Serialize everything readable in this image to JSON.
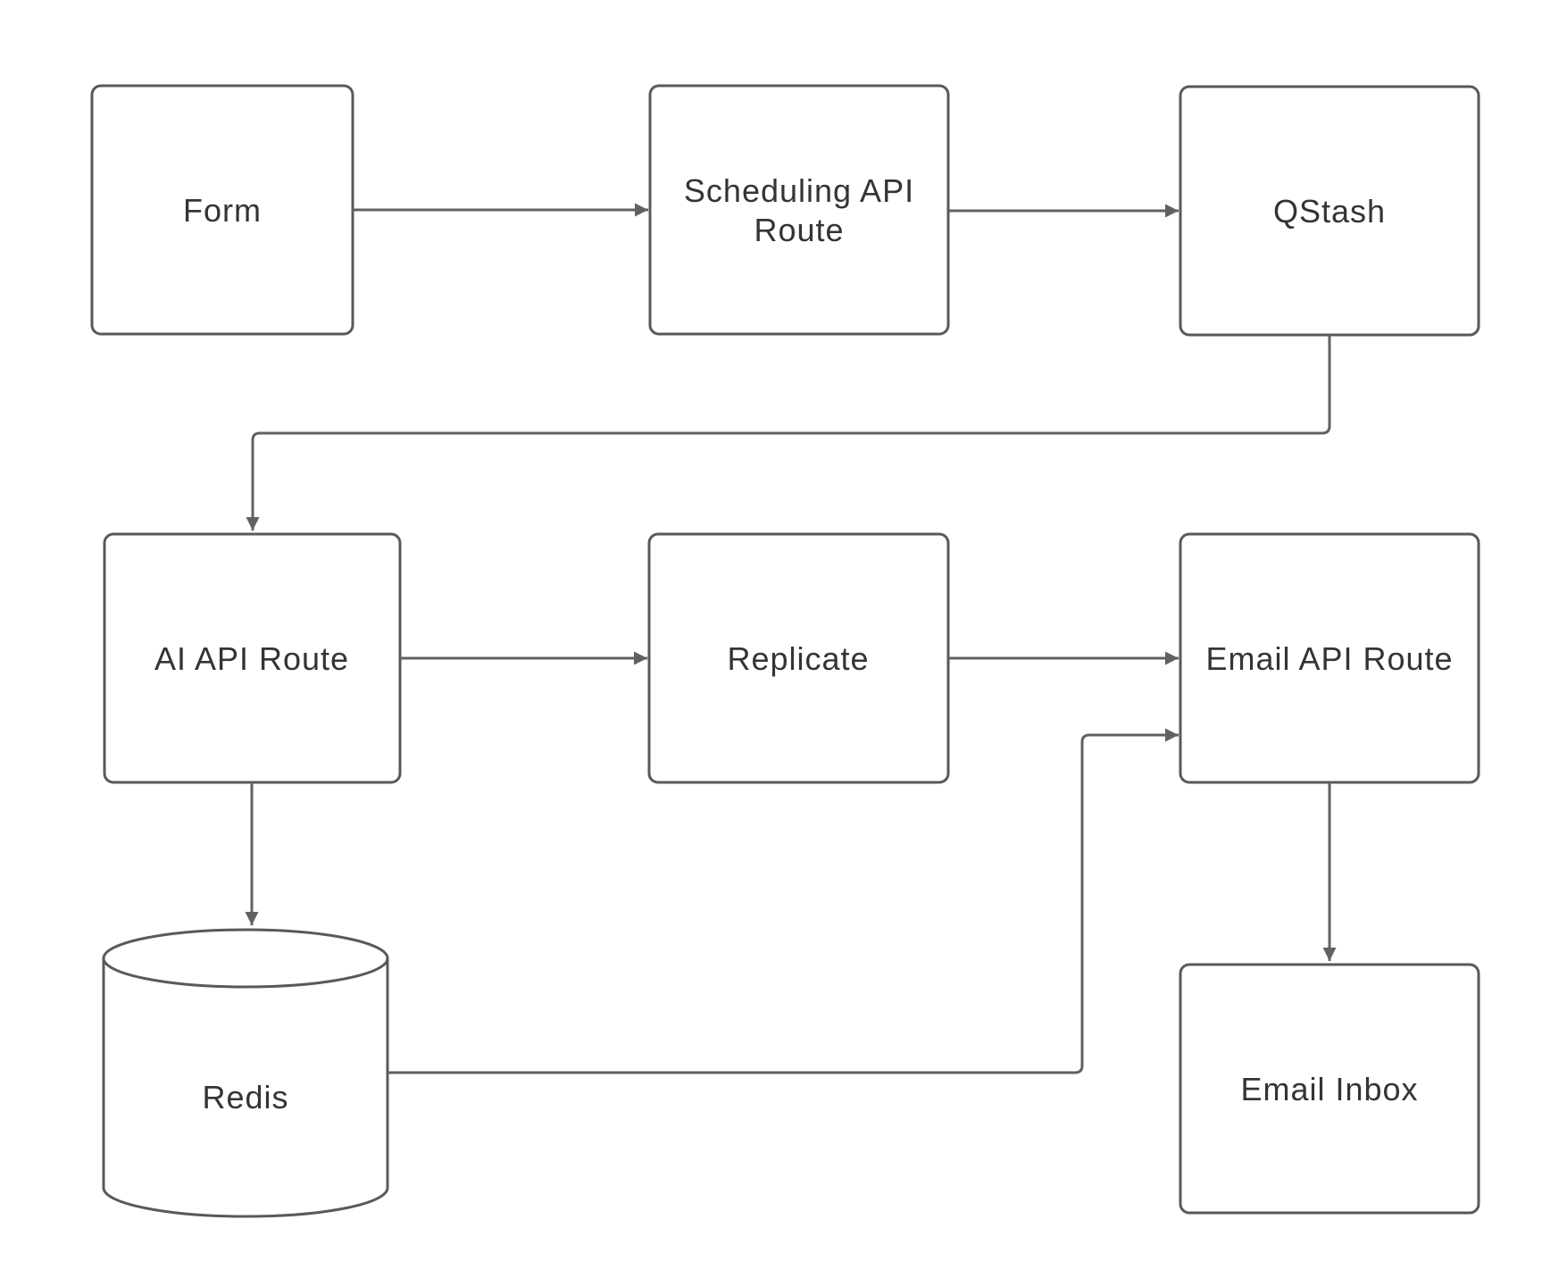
{
  "diagram": {
    "colors": {
      "background": "#ffffff",
      "shape_fill": "#ffffff",
      "shape_border": "#595959",
      "connector": "#616161",
      "label_text": "#343434"
    },
    "nodes": [
      {
        "id": "form",
        "label": "Form",
        "lines": [
          "Form"
        ],
        "shape": "rectangle"
      },
      {
        "id": "scheduling-api-route",
        "label": "Scheduling API Route",
        "lines": [
          "Scheduling API",
          "Route"
        ],
        "shape": "rectangle"
      },
      {
        "id": "qstash",
        "label": "QStash",
        "lines": [
          "QStash"
        ],
        "shape": "rectangle"
      },
      {
        "id": "ai-api-route",
        "label": "AI API Route",
        "lines": [
          "AI API Route"
        ],
        "shape": "rectangle"
      },
      {
        "id": "replicate",
        "label": "Replicate",
        "lines": [
          "Replicate"
        ],
        "shape": "rectangle"
      },
      {
        "id": "email-api-route",
        "label": "Email API Route",
        "lines": [
          "Email API Route"
        ],
        "shape": "rectangle"
      },
      {
        "id": "redis",
        "label": "Redis",
        "lines": [
          "Redis"
        ],
        "shape": "cylinder"
      },
      {
        "id": "email-inbox",
        "label": "Email Inbox",
        "lines": [
          "Email Inbox"
        ],
        "shape": "rectangle"
      }
    ],
    "edges": [
      {
        "from": "form",
        "to": "scheduling-api-route"
      },
      {
        "from": "scheduling-api-route",
        "to": "qstash"
      },
      {
        "from": "qstash",
        "to": "ai-api-route"
      },
      {
        "from": "ai-api-route",
        "to": "replicate"
      },
      {
        "from": "replicate",
        "to": "email-api-route"
      },
      {
        "from": "ai-api-route",
        "to": "redis"
      },
      {
        "from": "redis",
        "to": "email-api-route"
      },
      {
        "from": "email-api-route",
        "to": "email-inbox"
      }
    ]
  }
}
